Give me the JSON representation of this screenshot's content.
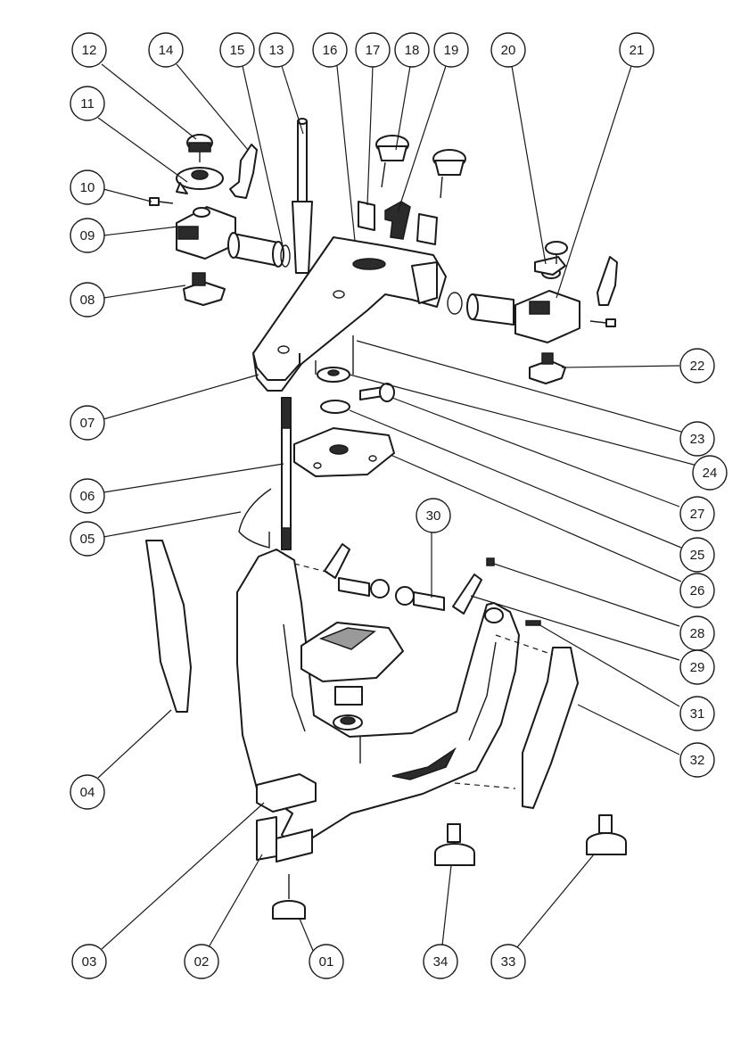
{
  "callouts": [
    {
      "id": "01",
      "label": "01"
    },
    {
      "id": "02",
      "label": "02"
    },
    {
      "id": "03",
      "label": "03"
    },
    {
      "id": "04",
      "label": "04"
    },
    {
      "id": "05",
      "label": "05"
    },
    {
      "id": "06",
      "label": "06"
    },
    {
      "id": "07",
      "label": "07"
    },
    {
      "id": "08",
      "label": "08"
    },
    {
      "id": "09",
      "label": "09"
    },
    {
      "id": "10",
      "label": "10"
    },
    {
      "id": "11",
      "label": "11"
    },
    {
      "id": "12",
      "label": "12"
    },
    {
      "id": "13",
      "label": "13"
    },
    {
      "id": "14",
      "label": "14"
    },
    {
      "id": "15",
      "label": "15"
    },
    {
      "id": "16",
      "label": "16"
    },
    {
      "id": "17",
      "label": "17"
    },
    {
      "id": "18",
      "label": "18"
    },
    {
      "id": "19",
      "label": "19"
    },
    {
      "id": "20",
      "label": "20"
    },
    {
      "id": "21",
      "label": "21"
    },
    {
      "id": "22",
      "label": "22"
    },
    {
      "id": "23",
      "label": "23"
    },
    {
      "id": "24",
      "label": "24"
    },
    {
      "id": "25",
      "label": "25"
    },
    {
      "id": "26",
      "label": "26"
    },
    {
      "id": "27",
      "label": "27"
    },
    {
      "id": "28",
      "label": "28"
    },
    {
      "id": "29",
      "label": "29"
    },
    {
      "id": "30",
      "label": "30"
    },
    {
      "id": "31",
      "label": "31"
    },
    {
      "id": "32",
      "label": "32"
    },
    {
      "id": "33",
      "label": "33"
    },
    {
      "id": "34",
      "label": "34"
    }
  ]
}
